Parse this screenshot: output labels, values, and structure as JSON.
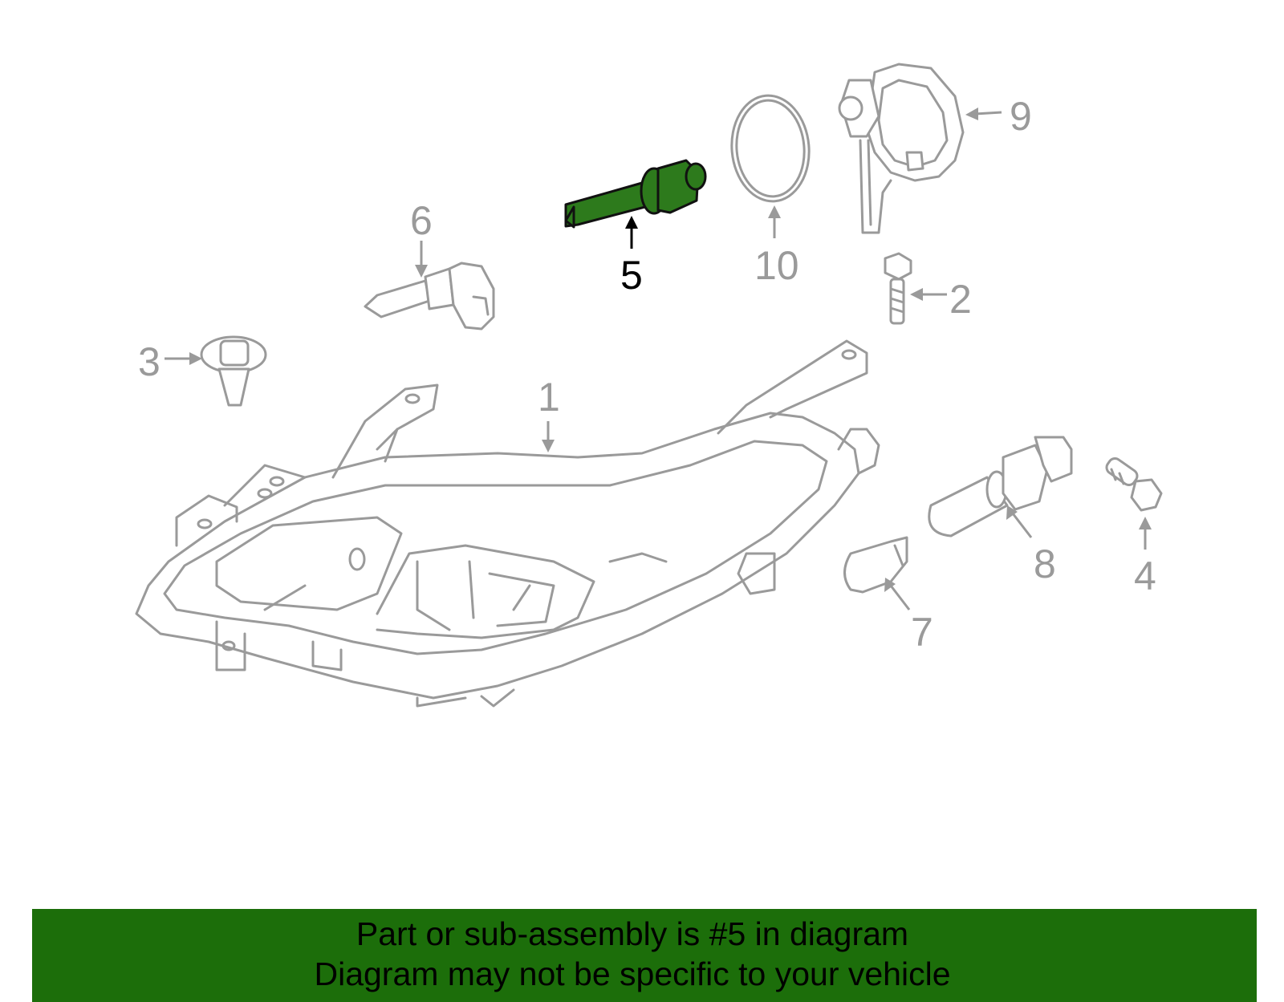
{
  "callouts": {
    "c1": "1",
    "c2": "2",
    "c3": "3",
    "c4": "4",
    "c5": "5",
    "c6": "6",
    "c7": "7",
    "c8": "8",
    "c9": "9",
    "c10": "10"
  },
  "highlighted_part": "5",
  "colors": {
    "line": "#9a9a9a",
    "highlight_fill": "#2d7a1c",
    "banner": "#1c6e0a"
  },
  "banner": {
    "line1": "Part or sub-assembly is #5 in diagram",
    "line2": "Diagram may not be specific to your vehicle"
  }
}
